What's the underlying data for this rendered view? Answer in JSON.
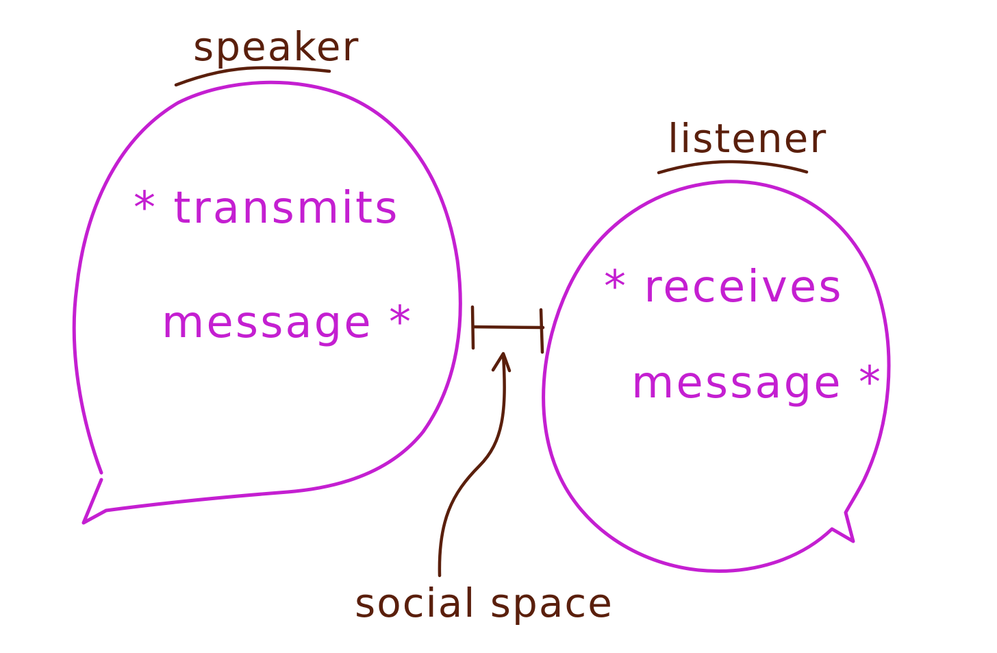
{
  "speaker": {
    "label": "speaker",
    "line1": "* transmits",
    "line2": "message *"
  },
  "listener": {
    "label": "listener",
    "line1": "* receives",
    "line2": "message *"
  },
  "gap": {
    "label": "social space"
  },
  "colors": {
    "bubble": "#c41fd1",
    "ink": "#5a1f0c",
    "background": "#ffffff"
  }
}
